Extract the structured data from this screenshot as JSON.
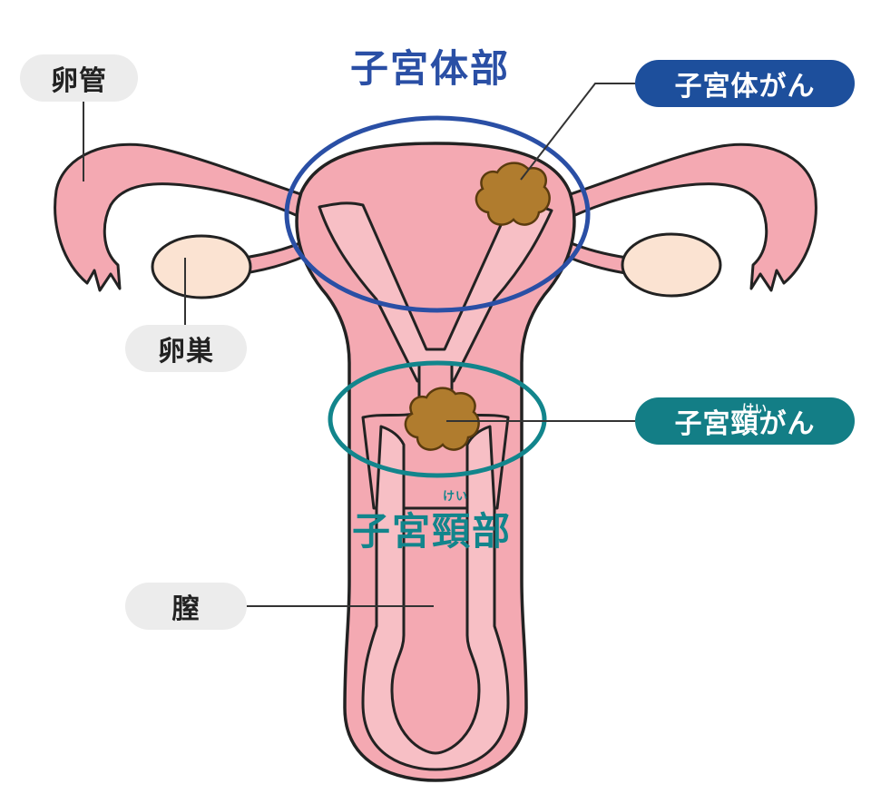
{
  "labels": {
    "fallopian_tube": "卵管",
    "ovary": "卵巣",
    "vagina": "膣",
    "uterine_body": "子宮体部",
    "cervix": "子宮頸部",
    "cervix_ruby": "けい",
    "uterine_body_cancer": "子宮体がん",
    "cervical_cancer": "子宮頸がん",
    "cervical_cancer_ruby": "けい"
  },
  "colors": {
    "organ_fill": "#f4a9b2",
    "organ_outline": "#222222",
    "cavity_fill": "#f7bfc5",
    "ovary_fill": "#fbe3d2",
    "tumor_fill": "#b07c2e",
    "body_ring": "#2a4fa5",
    "cervix_ring": "#12858c"
  }
}
